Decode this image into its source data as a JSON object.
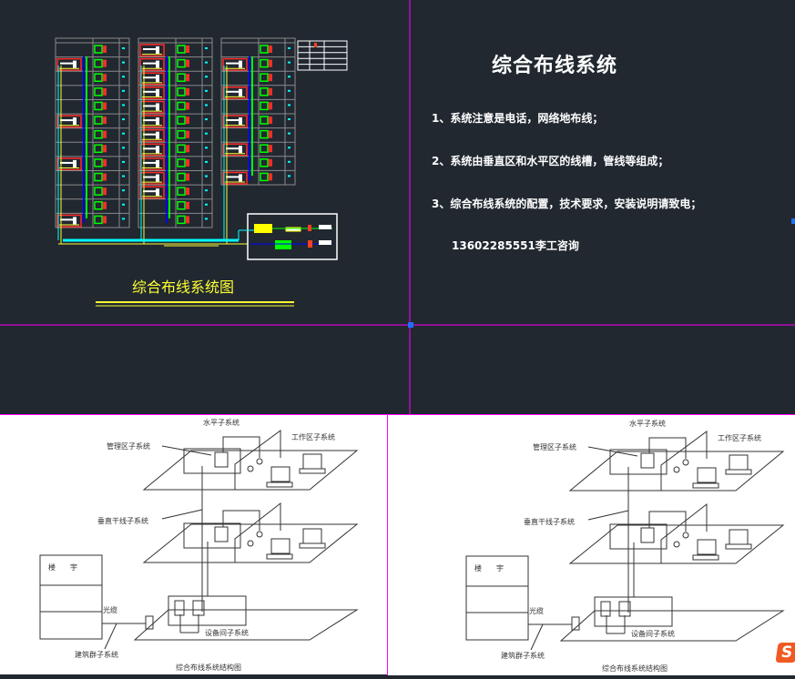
{
  "drawing": {
    "title": "综合布线系统",
    "notes": [
      "1、系统注意是电话，网络地布线；",
      "2、系统由垂直区和水平区的线槽，管线等组成；",
      "3、综合布线系统的配置，技术要求，安装说明请致电；",
      "13602285551李工咨询"
    ],
    "schematic_title": "综合布线系统图"
  },
  "structure_diagram": {
    "labels": {
      "horizontal": "水平子系统",
      "admin": "管理区子系统",
      "work_area": "工作区子系统",
      "backbone": "垂直干线子系统",
      "building": "楼　　宇",
      "fiber": "光缆",
      "equipment": "设备间子系统",
      "campus": "建筑群子系统",
      "caption": "综合布线系统结构图"
    }
  },
  "colors": {
    "background": "#212830",
    "crosshair": "#ff00ff",
    "grip": "#1e6fff",
    "accent_yellow": "#ffff33"
  },
  "logo_icon": "sogou-s-icon"
}
